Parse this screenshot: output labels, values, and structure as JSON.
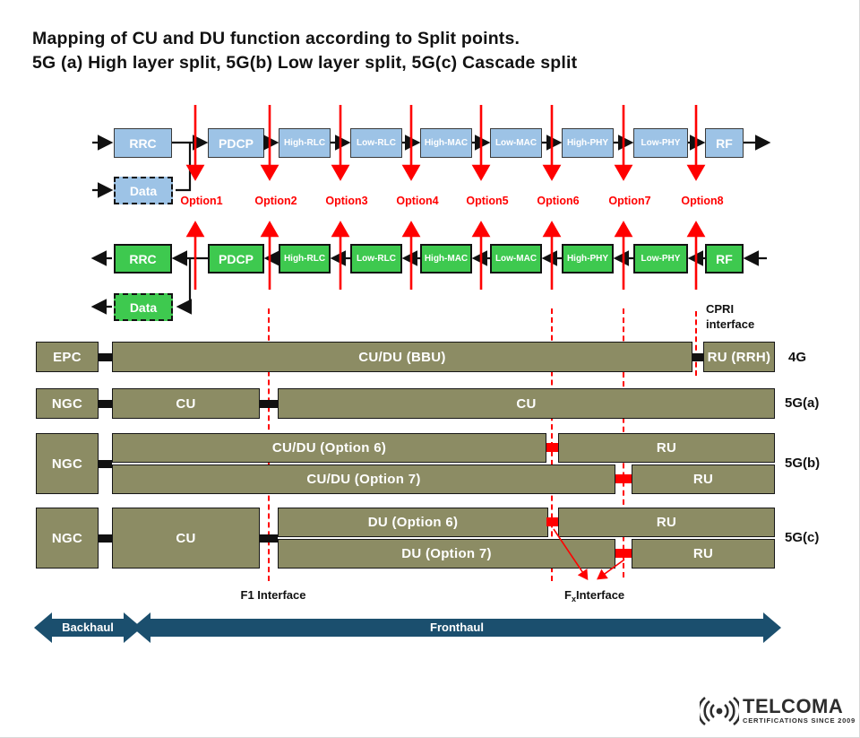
{
  "title": {
    "line1": "Mapping of CU and DU function according to Split points.",
    "line2": "5G (a) High layer split, 5G(b) Low layer split, 5G(c) Cascade split"
  },
  "chain": {
    "blocks": [
      "RRC",
      "PDCP",
      "High-RLC",
      "Low-RLC",
      "High-MAC",
      "Low-MAC",
      "High-PHY",
      "Low-PHY",
      "RF"
    ],
    "data_label": "Data"
  },
  "options": [
    "Option1",
    "Option2",
    "Option3",
    "Option4",
    "Option5",
    "Option6",
    "Option7",
    "Option8"
  ],
  "interfaces": {
    "cpri_line1": "CPRI",
    "cpri_line2": "interface",
    "f1": "F1 Interface",
    "fx_prefix": "F",
    "fx_sub": "x",
    "fx_rest": "Interface"
  },
  "rows": {
    "r4g": {
      "left": "EPC",
      "mid": "CU/DU (BBU)",
      "right": "RU (RRH)",
      "label": "4G"
    },
    "r5ga": {
      "left": "NGC",
      "mid": "CU",
      "right": "CU",
      "label": "5G(a)"
    },
    "r5gb": {
      "left": "NGC",
      "top_mid": "CU/DU (Option 6)",
      "top_right": "RU",
      "bot_mid": "CU/DU (Option 7)",
      "bot_right": "RU",
      "label": "5G(b)"
    },
    "r5gc": {
      "left": "NGC",
      "cu": "CU",
      "top_mid": "DU (Option 6)",
      "top_right": "RU",
      "bot_mid": "DU (Option 7)",
      "bot_right": "RU",
      "label": "5G(c)"
    }
  },
  "haul": {
    "backhaul": "Backhaul",
    "fronthaul": "Fronthaul"
  },
  "logo": {
    "name": "TELCOMA",
    "tagline": "CERTIFICATIONS SINCE 2009"
  },
  "colors": {
    "block_blue": "#9DC3E6",
    "block_green": "#3EC94F",
    "bar_olive": "#8C8C64",
    "accent_red": "#FF0000",
    "haul_navy": "#1B4F6E"
  }
}
